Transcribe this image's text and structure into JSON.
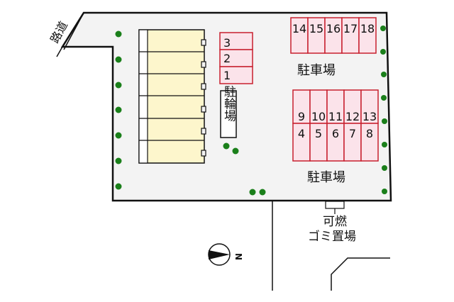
{
  "road_label": "路道",
  "north_label": "N",
  "bicycle_parking_label": "駐輪場",
  "parking_labels": [
    "駐車場",
    "駐車場"
  ],
  "garbage_label_line1": "可燃",
  "garbage_label_line2": "ゴミ置場",
  "colors": {
    "lot_fill": "#f3f3f3",
    "outline": "#111111",
    "building_fill": "#fdf6cc",
    "space_fill": "#fbe3ea",
    "space_border": "#c8202e",
    "tree": "#1a7f1a"
  },
  "bike_spaces": [
    "3",
    "2",
    "1"
  ],
  "parking_top_row": [
    "14",
    "15",
    "16",
    "17",
    "18"
  ],
  "parking_upper_row": [
    "9",
    "10",
    "11",
    "12",
    "13"
  ],
  "parking_lower_row": [
    "4",
    "5",
    "6",
    "7",
    "8"
  ],
  "building_units": 6
}
